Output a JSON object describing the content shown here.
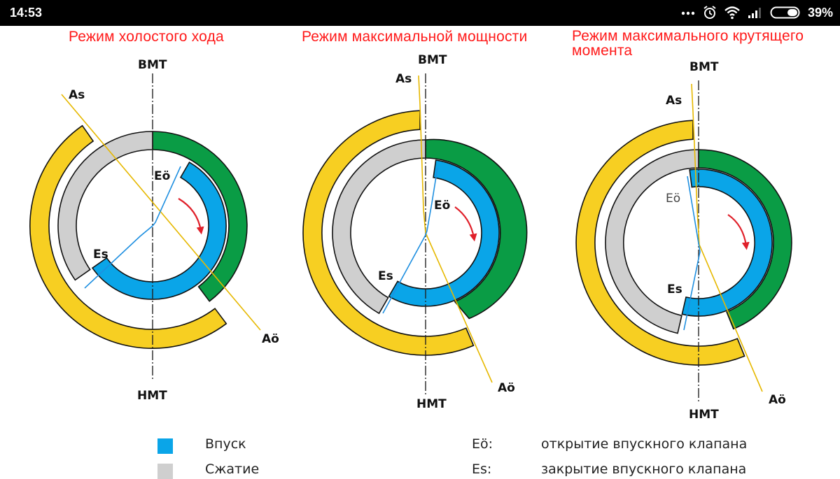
{
  "status_bar": {
    "time": "14:53",
    "icons": [
      "more-dots-icon",
      "alarm-icon",
      "wifi-icon",
      "signal-icon",
      "battery-icon"
    ],
    "battery_percent": "39%",
    "battery_level": 0.39
  },
  "diagrams": [
    {
      "title": "Режим холостого хода",
      "top_label": "BMT",
      "bottom_label": "HMT",
      "labels": {
        "as": "As",
        "ao": "Aö",
        "eo": "Eö",
        "es": "Es"
      }
    },
    {
      "title": "Режим максимальной мощности",
      "top_label": "BMT",
      "bottom_label": "HMT",
      "labels": {
        "as": "As",
        "ao": "Aö",
        "eo": "Eö",
        "es": "Es"
      }
    },
    {
      "title_line1": "Режим максимального крутящего",
      "title_line2": "момента",
      "top_label": "BMT",
      "bottom_label": "HMT",
      "labels": {
        "as": "As",
        "ao": "Aö",
        "eo": "Eö",
        "es": "Es"
      }
    }
  ],
  "legend": {
    "left": [
      {
        "label": "Впуск",
        "color": "#0aa5e8"
      },
      {
        "label": "Сжатие",
        "color": "#cfcfcf"
      }
    ],
    "right": [
      {
        "key": "Eö:",
        "text": "открытие впускного клапана"
      },
      {
        "key": "Es:",
        "text": "закрытие впускного клапана"
      }
    ]
  },
  "colors": {
    "intake": "#0aa5e8",
    "compression": "#cfcfcf",
    "power": "#0a9c45",
    "exhaust": "#f7cf22",
    "title_red": "#ff1a1a"
  }
}
